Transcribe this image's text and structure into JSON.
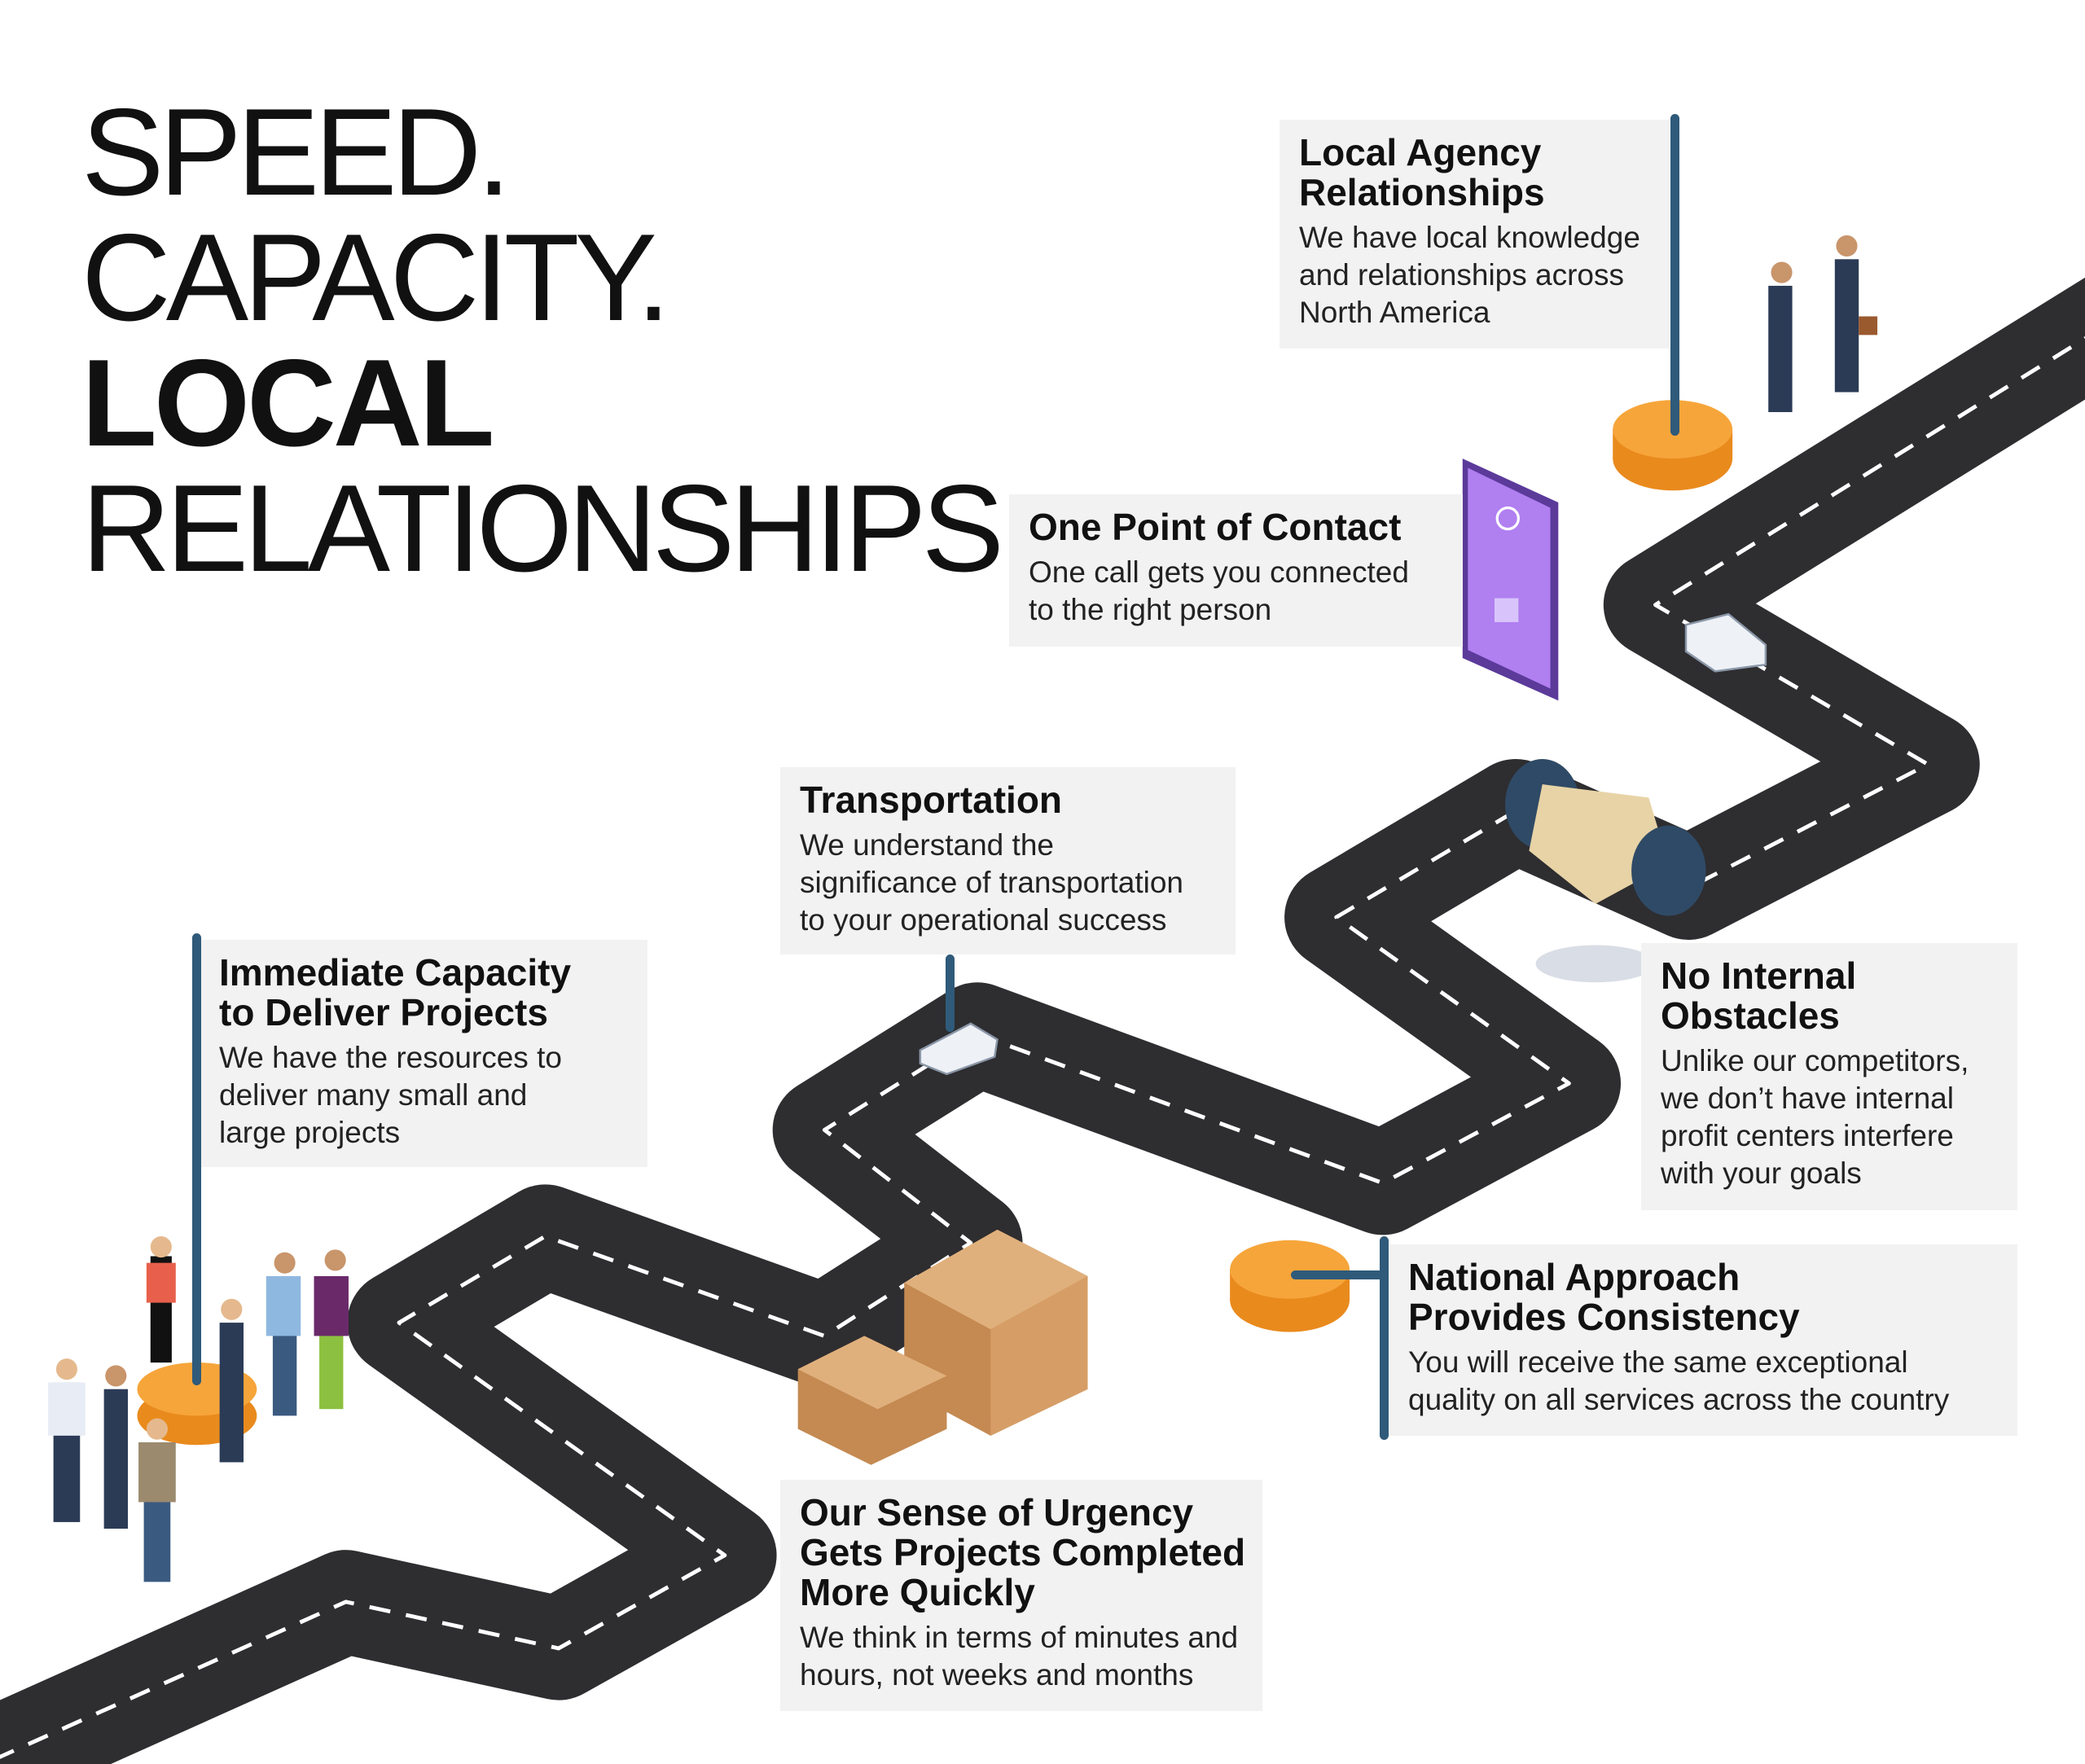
{
  "title": {
    "line1": "SPEED.",
    "line2": "CAPACITY.",
    "line3": "LOCAL",
    "line4": "RELATIONSHIPS."
  },
  "cards": {
    "local_agency": {
      "heading": "Local Agency Relationships",
      "body": "We have local knowledge and relationships across North America"
    },
    "one_point": {
      "heading": "One Point of Contact",
      "body": "One call gets you connected to the right person"
    },
    "transportation": {
      "heading": "Transportation",
      "body": "We understand the significance of transportation to your operational success"
    },
    "immediate_capacity": {
      "heading": "Immediate Capacity to Deliver Projects",
      "body": "We have the resources to deliver many small and large projects"
    },
    "no_internal": {
      "heading": "No Internal Obstacles",
      "body": "Unlike our competitors, we don’t have internal profit centers interfere with your goals"
    },
    "national": {
      "heading": "National Approach Provides Consistency",
      "body": "You will receive the same exceptional quality on all services across the country"
    },
    "urgency": {
      "heading": "Our Sense of Urgency Gets Projects Completed More Quickly",
      "body": "We think in terms of minutes and hours, not weeks and months"
    }
  },
  "colors": {
    "road": "#2e2d30",
    "pole": "#2f5a7a",
    "coin": "#f6a53a",
    "card_bg": "#f2f2f2",
    "phone": "#a56ee8"
  }
}
